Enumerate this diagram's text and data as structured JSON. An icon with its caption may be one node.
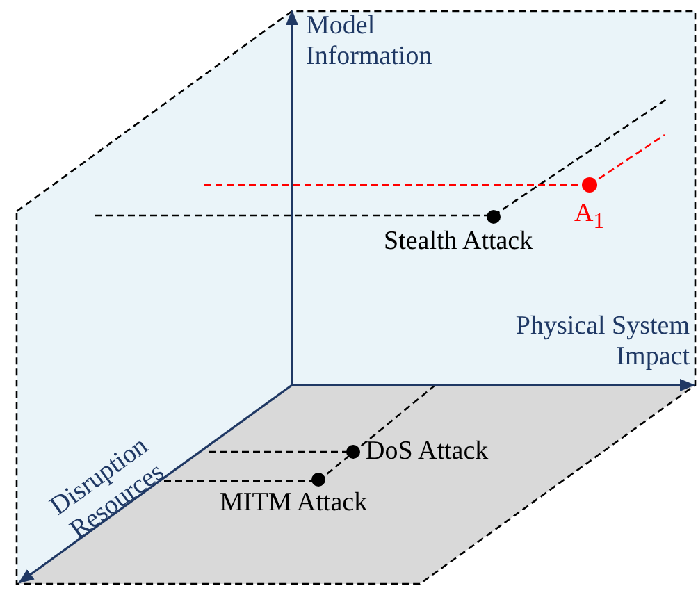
{
  "diagram": {
    "labels": [
      "Model Information",
      "A$_{1}$",
      "Stealth Attack",
      "Physical System Impact",
      "Disruption Resources",
      "DoS Attack",
      "MITM Attack"
    ]
  }
}
